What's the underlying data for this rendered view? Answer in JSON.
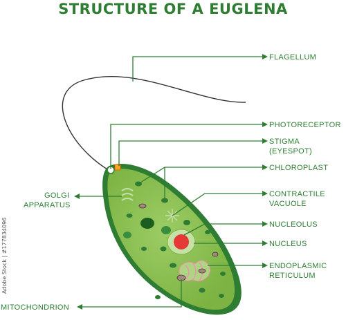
{
  "title": "STRUCTURE OF A EUGLENA",
  "labels": {
    "flagellum": "FLAGELLUM",
    "photoreceptor": "PHOTORECEPTOR",
    "stigma_1": "STIGMA",
    "stigma_2": "(EYESPOT)",
    "chloroplast": "CHLOROPLAST",
    "contractile_1": "CONTRACTILE",
    "contractile_2": "VACUOLE",
    "nucleolus": "NUCLEOLUS",
    "nucleus": "NUCLEUS",
    "er_1": "ENDOPLASMIC",
    "er_2": "RETICULUM",
    "golgi_1": "GOLGI",
    "golgi_2": "APPARATUS",
    "mitochondrion": "MITOCHONDRION"
  },
  "watermark": "Adobe Stock | #177834096",
  "colors": {
    "accent": "#2e7d32",
    "body_light": "#8bc34a",
    "body_dark": "#2e7d32",
    "nucleus": "#e53935",
    "eyespot": "#f9a825"
  }
}
